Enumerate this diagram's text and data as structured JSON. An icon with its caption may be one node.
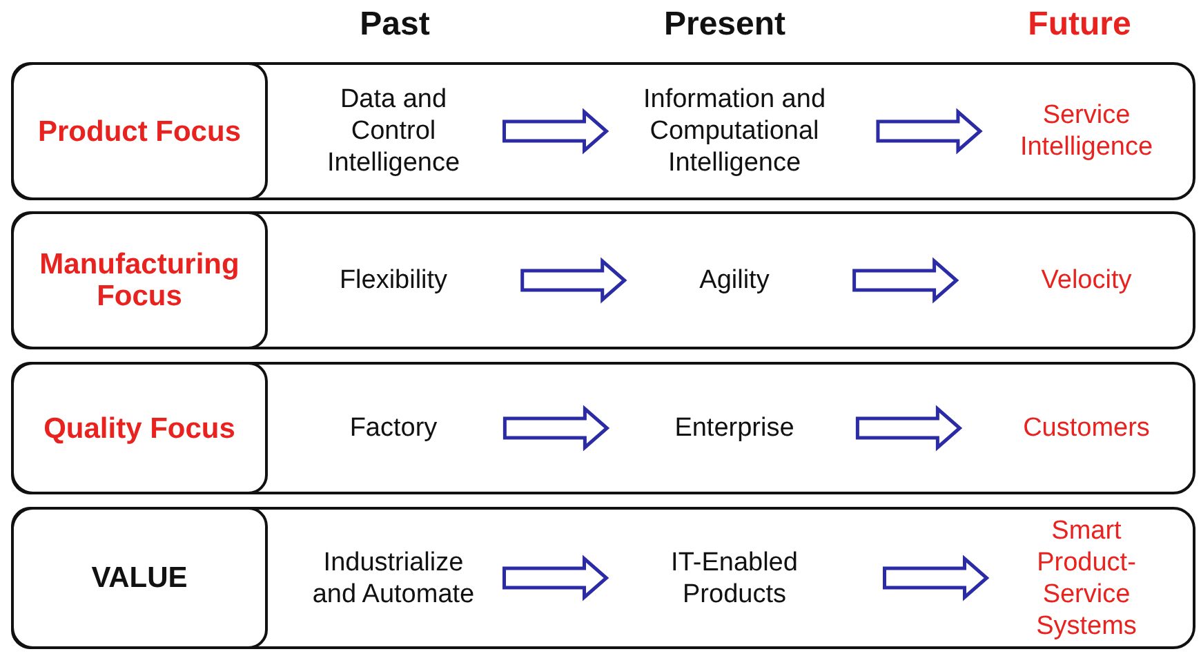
{
  "diagram": {
    "nodes": [
      {
        "text": [],
        "shape": "box"
      },
      {
        "text": [
          "Product Focus"
        ],
        "in": 0
      },
      {
        "text": [
          "Data and Control Intelligence"
        ],
        "in": 0
      },
      {
        "text": [
          "Information and Computational Intelligence"
        ],
        "in": 0
      },
      {
        "text": [
          "Service Intelligence"
        ],
        "in": 0
      },
      {
        "text": [],
        "shape": "box"
      },
      {
        "text": [
          "Manufacturing Focus"
        ],
        "in": 5
      },
      {
        "text": [
          "Flexibility"
        ],
        "in": 5
      },
      {
        "text": [
          "Agility"
        ],
        "in": 5
      },
      {
        "text": [
          "Velocity"
        ],
        "in": 5
      },
      {
        "text": [],
        "shape": "box"
      },
      {
        "text": [
          "Quality Focus"
        ],
        "in": 10
      },
      {
        "text": [
          "Factory"
        ],
        "in": 10
      },
      {
        "text": [
          "Enterprise"
        ],
        "in": 10
      },
      {
        "text": [
          "Customers"
        ],
        "in": 10
      },
      {
        "text": [],
        "shape": "box"
      },
      {
        "text": [
          "VALUE"
        ],
        "in": 15
      },
      {
        "text": [
          "Industrialize and Automate"
        ],
        "in": 15
      },
      {
        "text": [
          "IT-Enabled Products"
        ],
        "in": 15
      },
      {
        "text": [
          "Smart Product-Service Systems"
        ],
        "in": 15
      }
    ],
    "edges": [
      {
        "from": 2,
        "to": 3,
        "arrow": "to"
      },
      {
        "from": 3,
        "to": 4,
        "arrow": "to"
      },
      {
        "from": 7,
        "to": 8,
        "arrow": "to"
      },
      {
        "from": 8,
        "to": 9,
        "arrow": "to"
      },
      {
        "from": 12,
        "to": 13,
        "arrow": "to"
      },
      {
        "from": 13,
        "to": 14,
        "arrow": "to"
      },
      {
        "from": 17,
        "to": 18,
        "arrow": "to"
      },
      {
        "from": 18,
        "to": 19,
        "arrow": "to"
      }
    ],
    "labels": [
      "Past",
      "Present",
      "Future"
    ]
  }
}
